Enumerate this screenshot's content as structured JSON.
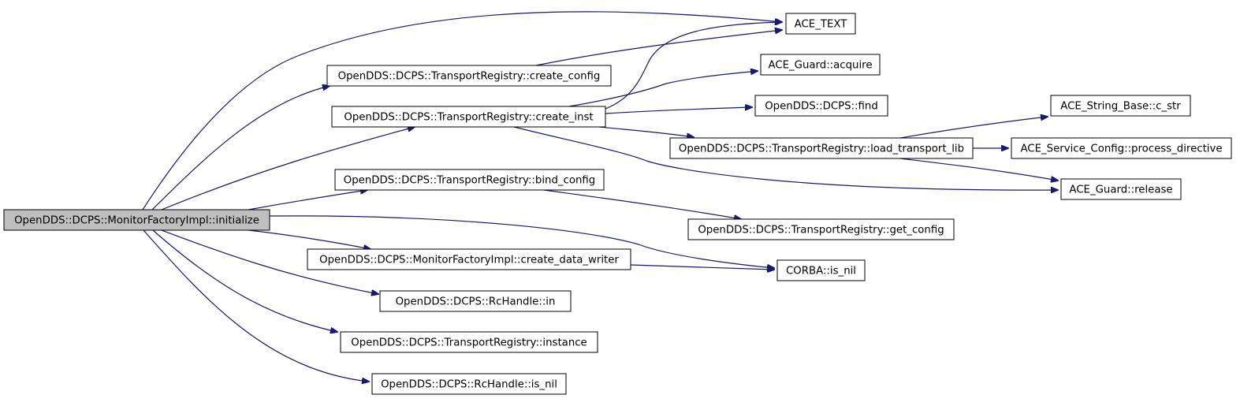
{
  "diagram": {
    "type": "call-graph",
    "colors": {
      "edge": "#191970",
      "node_fill": "#ffffff",
      "root_fill": "#bfbfbf",
      "border": "#000000"
    },
    "nodes": [
      {
        "id": "root",
        "label": "OpenDDS::DCPS::MonitorFactoryImpl::initialize",
        "root": true
      },
      {
        "id": "ace_text",
        "label": "ACE_TEXT"
      },
      {
        "id": "create_config",
        "label": "OpenDDS::DCPS::TransportRegistry::create_config"
      },
      {
        "id": "create_inst",
        "label": "OpenDDS::DCPS::TransportRegistry::create_inst"
      },
      {
        "id": "guard_acquire",
        "label": "ACE_Guard::acquire"
      },
      {
        "id": "find",
        "label": "OpenDDS::DCPS::find"
      },
      {
        "id": "c_str",
        "label": "ACE_String_Base::c_str"
      },
      {
        "id": "load_lib",
        "label": "OpenDDS::DCPS::TransportRegistry::load_transport_lib"
      },
      {
        "id": "process_directive",
        "label": "ACE_Service_Config::process_directive"
      },
      {
        "id": "bind_config",
        "label": "OpenDDS::DCPS::TransportRegistry::bind_config"
      },
      {
        "id": "guard_release",
        "label": "ACE_Guard::release"
      },
      {
        "id": "get_config",
        "label": "OpenDDS::DCPS::TransportRegistry::get_config"
      },
      {
        "id": "create_data_writer",
        "label": "OpenDDS::DCPS::MonitorFactoryImpl::create_data_writer"
      },
      {
        "id": "corba_is_nil",
        "label": "CORBA::is_nil"
      },
      {
        "id": "rc_in",
        "label": "OpenDDS::DCPS::RcHandle::in"
      },
      {
        "id": "instance",
        "label": "OpenDDS::DCPS::TransportRegistry::instance"
      },
      {
        "id": "rc_is_nil",
        "label": "OpenDDS::DCPS::RcHandle::is_nil"
      }
    ],
    "edges": [
      {
        "from": "root",
        "to": "ace_text"
      },
      {
        "from": "root",
        "to": "create_config"
      },
      {
        "from": "root",
        "to": "create_inst"
      },
      {
        "from": "root",
        "to": "bind_config"
      },
      {
        "from": "root",
        "to": "corba_is_nil"
      },
      {
        "from": "root",
        "to": "create_data_writer"
      },
      {
        "from": "root",
        "to": "rc_in"
      },
      {
        "from": "root",
        "to": "instance"
      },
      {
        "from": "root",
        "to": "rc_is_nil"
      },
      {
        "from": "create_config",
        "to": "ace_text"
      },
      {
        "from": "create_inst",
        "to": "ace_text"
      },
      {
        "from": "create_inst",
        "to": "guard_acquire"
      },
      {
        "from": "create_inst",
        "to": "find"
      },
      {
        "from": "create_inst",
        "to": "load_lib"
      },
      {
        "from": "create_inst",
        "to": "guard_release"
      },
      {
        "from": "load_lib",
        "to": "c_str"
      },
      {
        "from": "load_lib",
        "to": "process_directive"
      },
      {
        "from": "load_lib",
        "to": "guard_release"
      },
      {
        "from": "bind_config",
        "to": "get_config"
      },
      {
        "from": "create_data_writer",
        "to": "corba_is_nil"
      }
    ]
  }
}
